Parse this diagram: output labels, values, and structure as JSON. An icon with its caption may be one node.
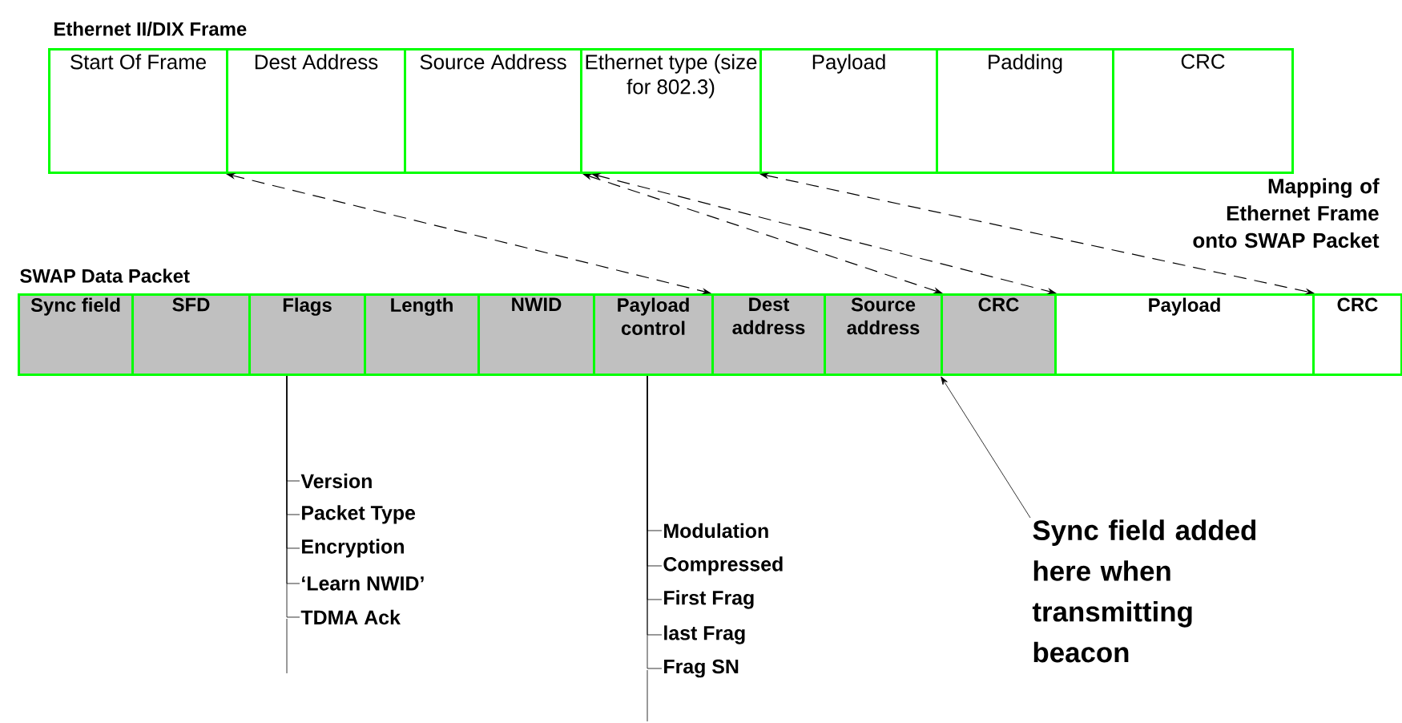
{
  "diagram": {
    "nodes": [
      {
        "text": [
          "Start Of Frame"
        ]
      },
      {
        "text": [
          "Dest Address"
        ]
      },
      {
        "text": [
          "Source Address"
        ]
      },
      {
        "text": [
          "Ethernet type (size for 802.3)"
        ]
      },
      {
        "text": [
          "Payload"
        ]
      },
      {
        "text": [
          "Padding"
        ]
      },
      {
        "text": [
          "CRC"
        ]
      },
      {
        "text": [
          "Sync field"
        ]
      },
      {
        "text": [
          "SFD"
        ]
      },
      {
        "text": [
          "Flags"
        ]
      },
      {
        "text": [
          "Length"
        ]
      },
      {
        "text": [
          "NWID"
        ]
      },
      {
        "text": [
          "Payload control"
        ]
      },
      {
        "text": [
          "Dest address"
        ]
      },
      {
        "text": [
          "Source address"
        ]
      },
      {
        "text": [
          "CRC"
        ]
      },
      {
        "text": [
          "Payload"
        ]
      },
      {
        "text": [
          "CRC"
        ]
      },
      {
        "text": [
          "Version"
        ]
      },
      {
        "text": [
          "Packet Type"
        ]
      },
      {
        "text": [
          "Encryption"
        ]
      },
      {
        "text": [
          "‘Learn NWID’"
        ]
      },
      {
        "text": [
          "TDMA Ack"
        ]
      },
      {
        "text": [
          "Modulation"
        ]
      },
      {
        "text": [
          "Compressed"
        ]
      },
      {
        "text": [
          "First Frag"
        ]
      },
      {
        "text": [
          "last Frag"
        ]
      },
      {
        "text": [
          "Frag SN"
        ]
      },
      {
        "text": [
          "Sync field added here when transmitting beacon"
        ]
      }
    ],
    "edges": [
      {
        "from": 1,
        "to": 13,
        "arrow": "both",
        "style": "dashed"
      },
      {
        "from": 2,
        "to": 14,
        "arrow": "both",
        "style": "dashed"
      },
      {
        "from": 3,
        "to": 15,
        "arrow": "both",
        "style": "dashed"
      },
      {
        "from": 4,
        "to": 16,
        "arrow": "both",
        "style": "dashed"
      },
      {
        "from": 9,
        "to": 18,
        "arrow": "none"
      },
      {
        "from": 9,
        "to": 19,
        "arrow": "none"
      },
      {
        "from": 9,
        "to": 20,
        "arrow": "none"
      },
      {
        "from": 9,
        "to": 21,
        "arrow": "none"
      },
      {
        "from": 9,
        "to": 22,
        "arrow": "none"
      },
      {
        "from": 12,
        "to": 23,
        "arrow": "none"
      },
      {
        "from": 12,
        "to": 24,
        "arrow": "none"
      },
      {
        "from": 12,
        "to": 25,
        "arrow": "none"
      },
      {
        "from": 12,
        "to": 26,
        "arrow": "none"
      },
      {
        "from": 12,
        "to": 27,
        "arrow": "none"
      },
      {
        "from": 28,
        "to": 15,
        "arrow": "to"
      }
    ],
    "labels": [
      "Ethernet II/DIX Frame",
      "Mapping of Ethernet Frame onto SWAP Packet",
      "SWAP Data Packet"
    ]
  }
}
